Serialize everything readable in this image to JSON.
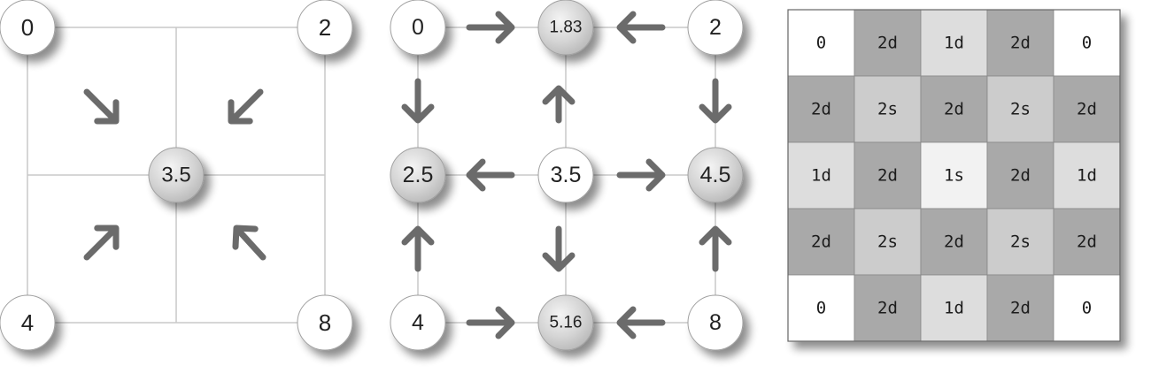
{
  "colors": {
    "line": "#c8c8c8",
    "arrow": "#6b6b6b",
    "node_white": "#ffffff",
    "node_gray": "#d0d0d0",
    "node_stroke": "#a0a0a0",
    "cell_0": "#ffffff",
    "cell_1d": "#dddddd",
    "cell_1s": "#f2f2f2",
    "cell_2d": "#a9a9a9",
    "cell_2s": "#cccccc",
    "grid_line": "#888888"
  },
  "left_diagram": {
    "corners": [
      "0",
      "2",
      "4",
      "8"
    ],
    "center": "3.5"
  },
  "middle_diagram": {
    "nodes": [
      [
        "0",
        "1.83",
        "2"
      ],
      [
        "2.5",
        "3.5",
        "4.5"
      ],
      [
        "4",
        "5.16",
        "8"
      ]
    ]
  },
  "table": {
    "rows": [
      [
        "0",
        "2d",
        "1d",
        "2d",
        "0"
      ],
      [
        "2d",
        "2s",
        "2d",
        "2s",
        "2d"
      ],
      [
        "1d",
        "2d",
        "1s",
        "2d",
        "1d"
      ],
      [
        "2d",
        "2s",
        "2d",
        "2s",
        "2d"
      ],
      [
        "0",
        "2d",
        "1d",
        "2d",
        "0"
      ]
    ]
  }
}
